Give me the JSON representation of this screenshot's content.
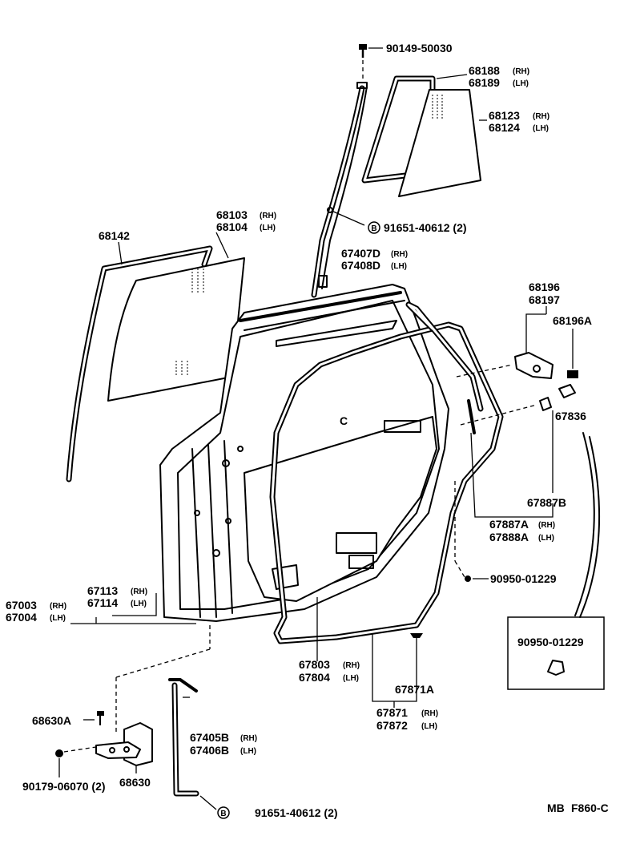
{
  "labels": {
    "screw_top": "90149-50030",
    "weatherstrip_rh": "68188",
    "weatherstrip_lh": "68189",
    "qglass_rh": "68123",
    "qglass_lh": "68124",
    "bolt_upper": "91651-40612 (2)",
    "glass_rh": "68103",
    "glass_lh": "68104",
    "runchannel": "68142",
    "divbar_rh": "67407D",
    "divbar_lh": "67408D",
    "regulator_a": "68196",
    "regulator_b": "68197",
    "regulator_c": "68196A",
    "clip_67836": "67836",
    "clip_67887b": "67887B",
    "ws_door_rh": "67887A",
    "ws_door_lh": "67888A",
    "cap_right": "90950-01229",
    "box_cap": "90950-01229",
    "panel_rh": "67003",
    "panel_lh": "67004",
    "frame_rh": "67113",
    "frame_lh": "67114",
    "trim_rh": "67803",
    "trim_lh": "67804",
    "clip_67871a": "67871A",
    "seal_rh": "67871",
    "seal_lh": "67872",
    "screw_68630a": "68630A",
    "hinge_68630": "68630",
    "nut_bottom": "90179-06070 (2)",
    "channel_rh": "67405B",
    "channel_lh": "67406B",
    "bolt_lower": "91651-40612 (2)",
    "code": "MB",
    "ref": "F860-C"
  },
  "suffix": {
    "rh": "(RH)",
    "lh": "(LH)"
  },
  "bolt_marker": "B",
  "door_marker": "C"
}
